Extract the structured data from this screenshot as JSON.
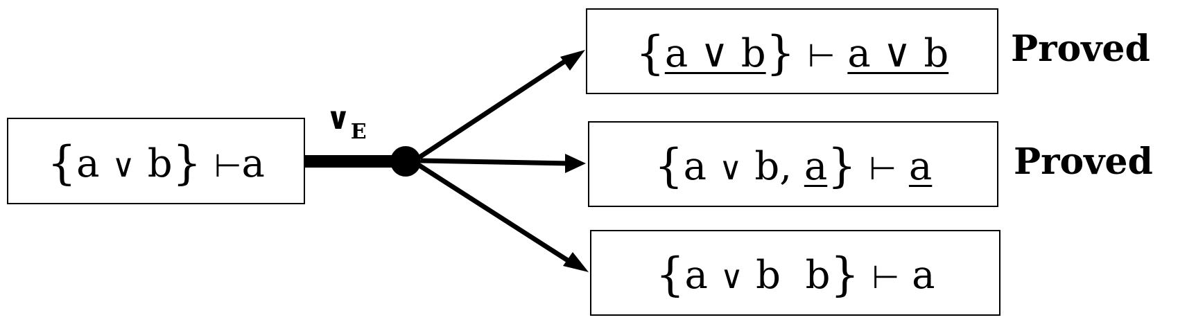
{
  "root": {
    "brace_open": "{",
    "a": "a",
    "or": "∨",
    "b": "b",
    "brace_close": "}",
    "turnstile": "⊢",
    "goal": "a"
  },
  "rule": {
    "symbol": "∨",
    "subscript": "E"
  },
  "children": [
    {
      "brace_open": "{",
      "premise": "a ∨ b",
      "brace_close": "}",
      "turnstile": "⊢",
      "goal": "a ∨ b",
      "status": "Proved"
    },
    {
      "brace_open": "{",
      "premise_a": "a",
      "or": "∨",
      "premise_b": "b,",
      "premise_extra": "a",
      "brace_close": "}",
      "turnstile": "⊢",
      "goal": "a",
      "status": "Proved"
    },
    {
      "brace_open": "{",
      "premise_a": "a",
      "or": "∨",
      "premise_b": "b",
      "premise_extra": "b",
      "brace_close": "}",
      "turnstile": "⊢",
      "goal": "a"
    }
  ]
}
